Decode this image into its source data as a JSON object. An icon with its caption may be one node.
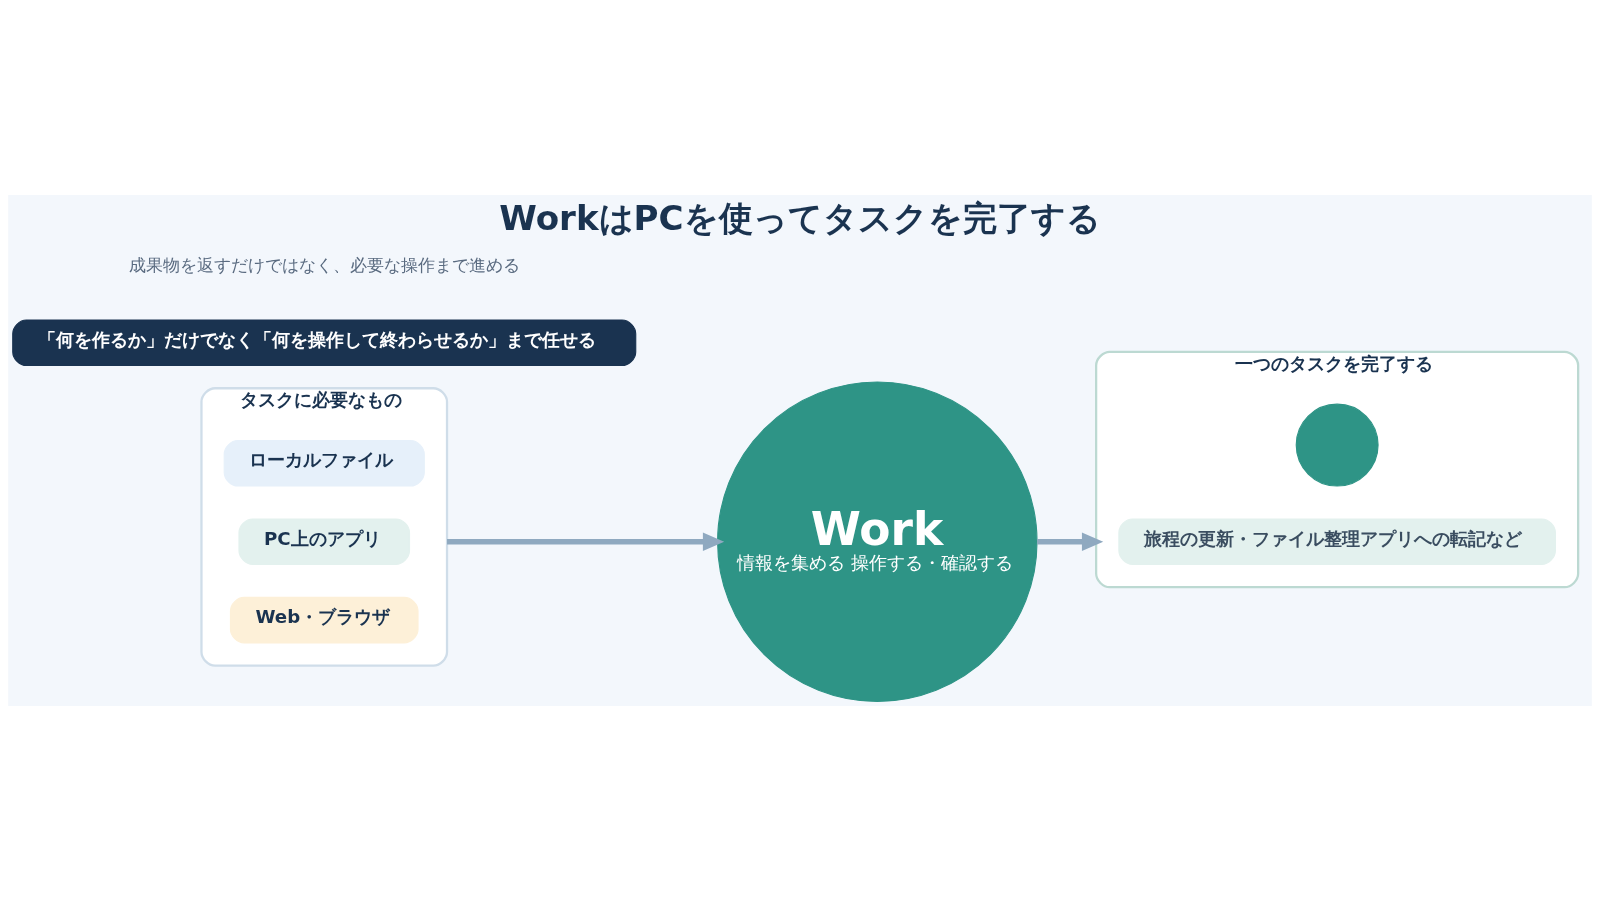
{
  "diagram": {
    "title": "WorkはPCを使ってタスクを完了する",
    "nodes": [
      {
        "text": [
          "タスクに必要なもの"
        ]
      },
      {
        "text": [
          "ローカルファイル"
        ],
        "in": 0
      },
      {
        "text": [
          "PC上のアプリ"
        ],
        "in": 0
      },
      {
        "text": [
          "Web・ブラウザ"
        ],
        "in": 0
      },
      {
        "text": [
          "Work",
          "情報を集める 操作する・確認する"
        ]
      },
      {
        "text": [
          "一つのタスクを完了する"
        ]
      },
      {
        "text": [],
        "shape": "circle",
        "in": 5
      },
      {
        "text": [
          "旅程の更新・ファイル整理アプリへの転記など"
        ],
        "in": 5
      },
      {
        "text": [
          "「何を作るか」だけでなく「何を操作して終わらせるか」まで任せる"
        ]
      }
    ],
    "edges": [
      {
        "from": 0,
        "to": 4,
        "arrow": "to"
      },
      {
        "from": 4,
        "to": 5,
        "arrow": "to"
      }
    ],
    "labels": [
      "成果物を返すだけではなく、必要な操作まで進める"
    ]
  }
}
